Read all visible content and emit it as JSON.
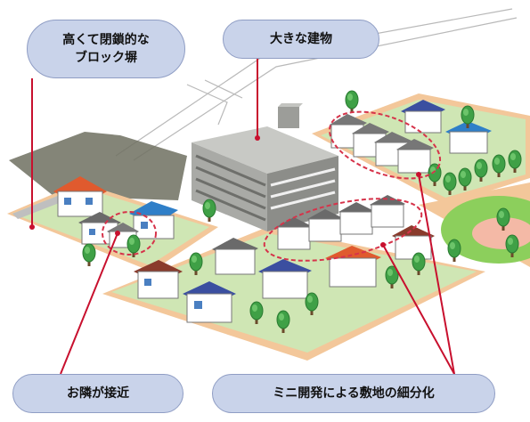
{
  "callouts": {
    "closed_block_wall": "高くて閉鎖的な\nブロック塀",
    "large_building": "大きな建物",
    "neighbors_close": "お隣が接近",
    "mini_development": "ミニ開発による敷地の細分化"
  },
  "colors": {
    "callout_fill": "#c9d3ea",
    "callout_border": "#8f9dc4",
    "leader_line": "#c8102e",
    "highlight_ellipse": "#d6334a",
    "lawn": "#cfe6b4",
    "lot_base": "#f3c79a",
    "tree": "#3fa046",
    "building": "#a9aaa6"
  }
}
